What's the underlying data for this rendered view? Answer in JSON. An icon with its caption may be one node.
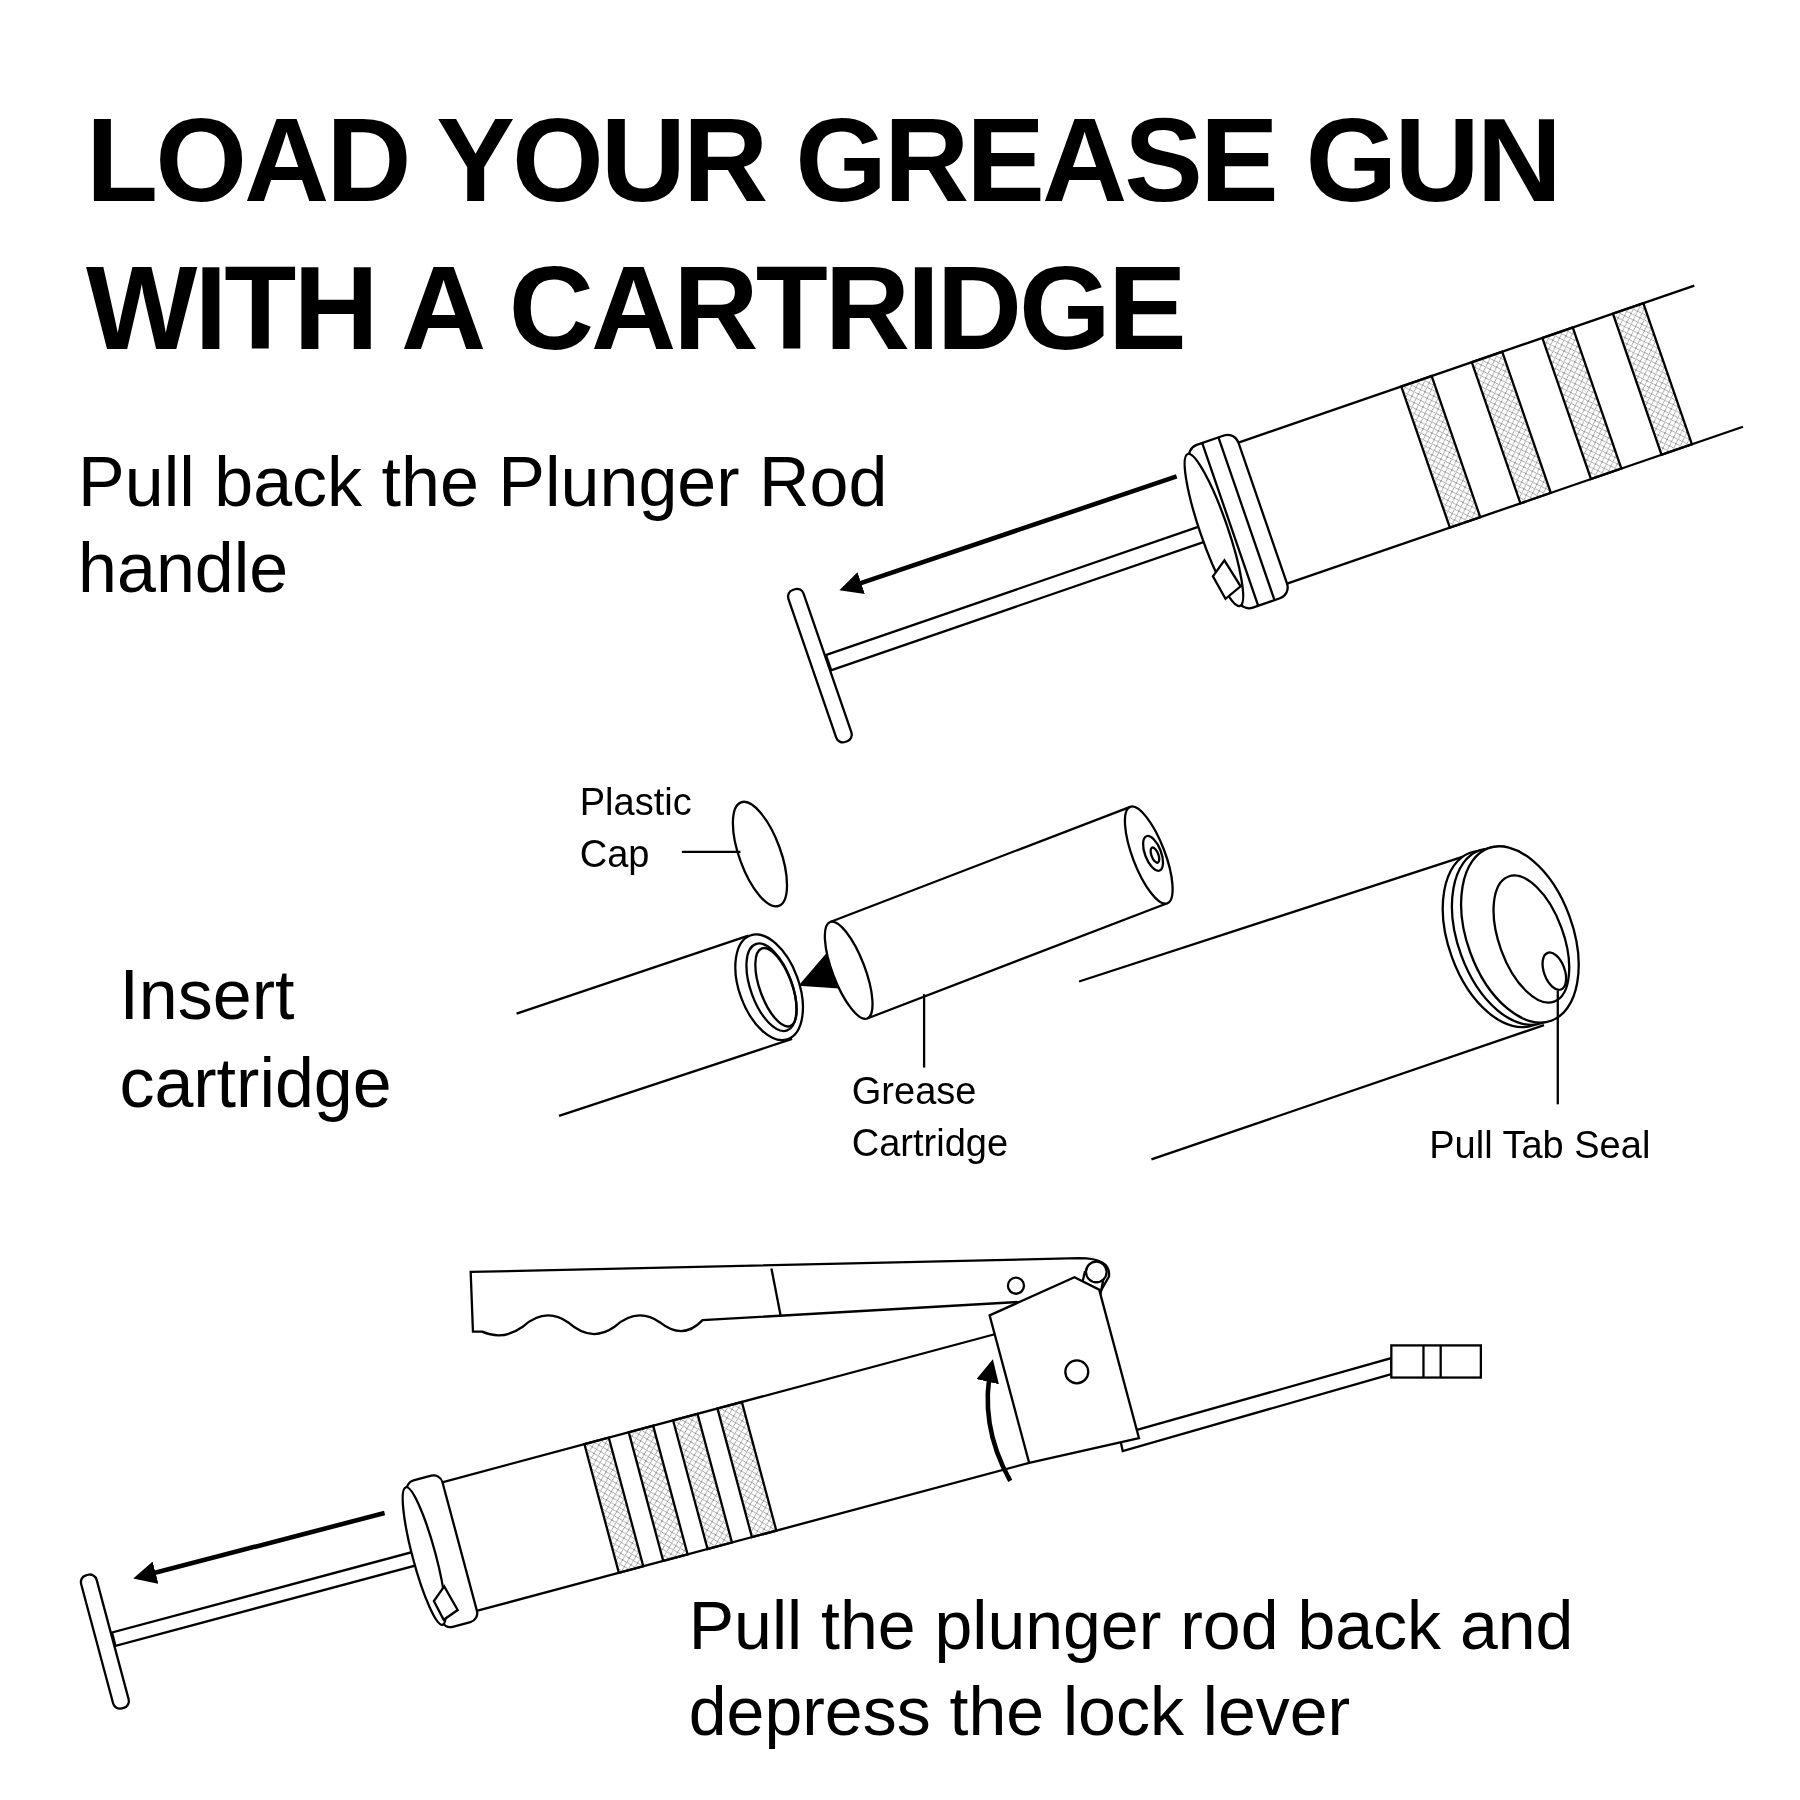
{
  "diagram": {
    "title": "LOAD YOUR GREASE GUN WITH A CARTRIDGE",
    "nodes": [
      {
        "text": [
          "Plastic Cap"
        ]
      },
      {
        "text": [],
        "shape": "circle"
      },
      {
        "text": [
          "Grease Cartridge"
        ]
      },
      {
        "text": [],
        "shape": "cylinder"
      },
      {
        "text": [
          "Pull Tab Seal"
        ]
      },
      {
        "text": [],
        "shape": "circle"
      }
    ],
    "edges": [
      {
        "from": 0,
        "to": 1,
        "arrow": "none"
      },
      {
        "from": 2,
        "to": 3,
        "arrow": "none"
      },
      {
        "from": 4,
        "to": 5,
        "arrow": "none"
      }
    ],
    "labels": [
      "Pull back the Plunger Rod handle",
      "Insert cartridge",
      "Pull the plunger rod back and depress the lock lever"
    ]
  }
}
